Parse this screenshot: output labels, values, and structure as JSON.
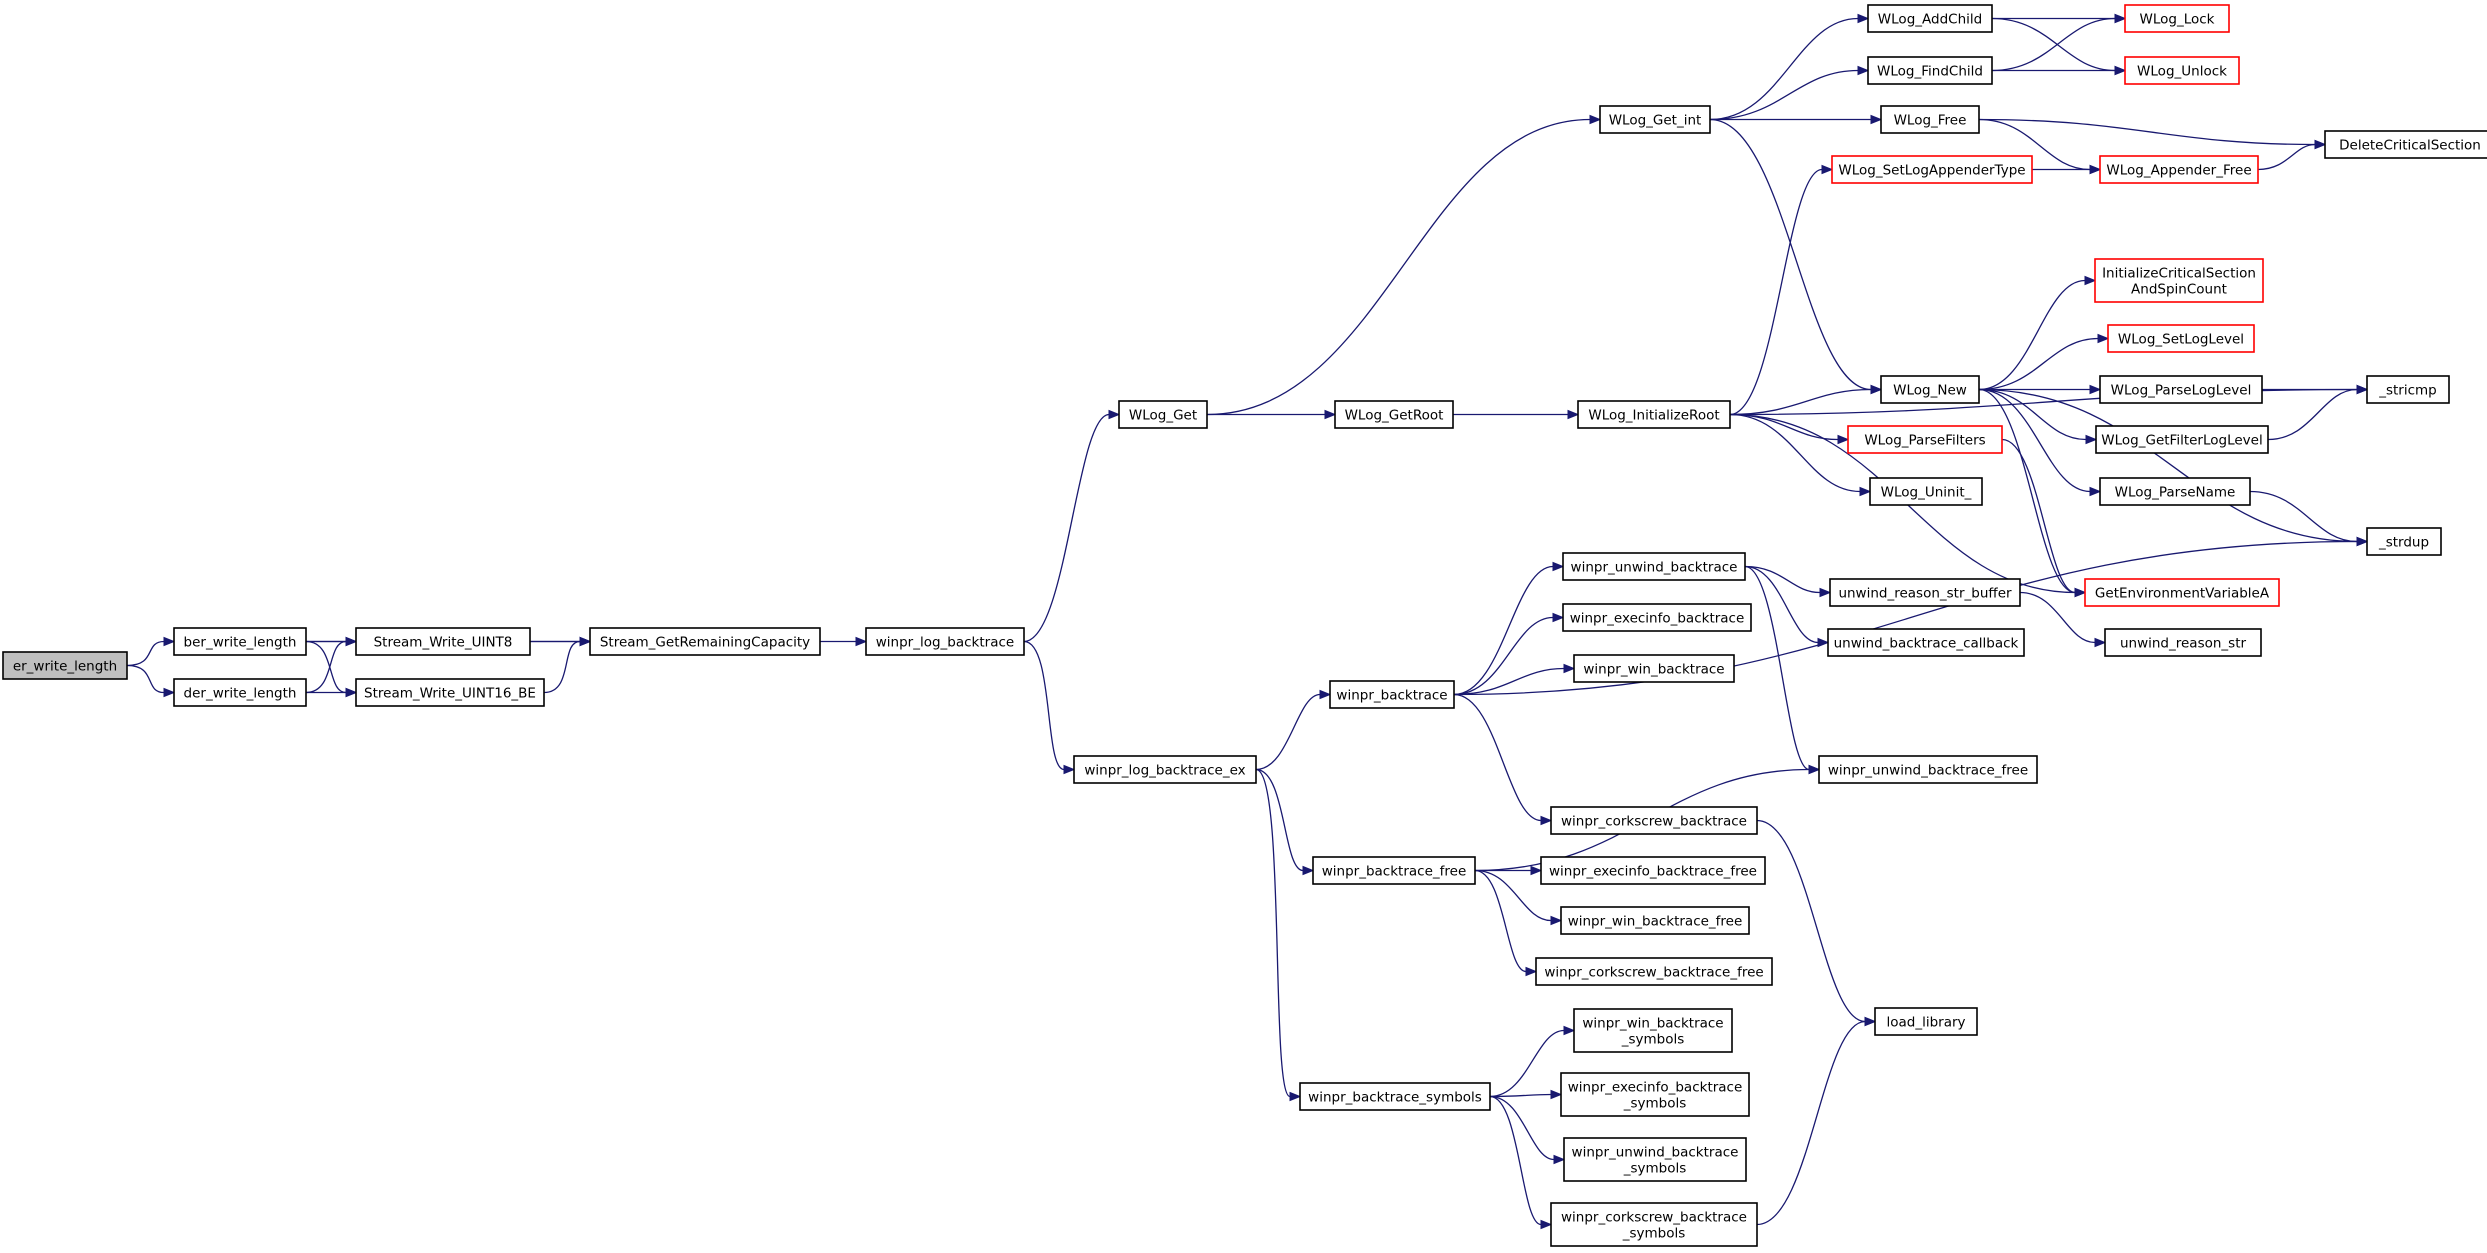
{
  "diagram": {
    "colors": {
      "edge": "#191970",
      "node_border": "#000000",
      "node_border_incomplete": "#ff0000",
      "root_fill": "#bfbfbf"
    },
    "nodes": {
      "root": {
        "lines": [
          "er_write_length"
        ],
        "style": "root"
      },
      "ber_write_length": {
        "lines": [
          "ber_write_length"
        ]
      },
      "der_write_length": {
        "lines": [
          "der_write_length"
        ]
      },
      "Stream_Write_UINT8": {
        "lines": [
          "Stream_Write_UINT8"
        ]
      },
      "Stream_Write_UINT16_BE": {
        "lines": [
          "Stream_Write_UINT16_BE"
        ]
      },
      "Stream_GetRemainingCapacity": {
        "lines": [
          "Stream_GetRemainingCapacity"
        ]
      },
      "winpr_log_backtrace": {
        "lines": [
          "winpr_log_backtrace"
        ]
      },
      "WLog_Get": {
        "lines": [
          "WLog_Get"
        ]
      },
      "winpr_log_backtrace_ex": {
        "lines": [
          "winpr_log_backtrace_ex"
        ]
      },
      "WLog_GetRoot": {
        "lines": [
          "WLog_GetRoot"
        ]
      },
      "WLog_Get_int": {
        "lines": [
          "WLog_Get_int"
        ]
      },
      "WLog_InitializeRoot": {
        "lines": [
          "WLog_InitializeRoot"
        ]
      },
      "WLog_AddChild": {
        "lines": [
          "WLog_AddChild"
        ]
      },
      "WLog_FindChild": {
        "lines": [
          "WLog_FindChild"
        ]
      },
      "WLog_Free": {
        "lines": [
          "WLog_Free"
        ]
      },
      "WLog_Lock": {
        "lines": [
          "WLog_Lock"
        ],
        "style": "red"
      },
      "WLog_Unlock": {
        "lines": [
          "WLog_Unlock"
        ],
        "style": "red"
      },
      "DeleteCriticalSection": {
        "lines": [
          "DeleteCriticalSection"
        ]
      },
      "WLog_SetLogAppenderType": {
        "lines": [
          "WLog_SetLogAppenderType"
        ],
        "style": "red"
      },
      "WLog_Appender_Free": {
        "lines": [
          "WLog_Appender_Free"
        ],
        "style": "red"
      },
      "InitializeCriticalSectionAndSpinCount": {
        "lines": [
          "InitializeCriticalSection",
          "AndSpinCount"
        ],
        "style": "red"
      },
      "WLog_SetLogLevel": {
        "lines": [
          "WLog_SetLogLevel"
        ],
        "style": "red"
      },
      "WLog_New": {
        "lines": [
          "WLog_New"
        ]
      },
      "WLog_ParseLogLevel": {
        "lines": [
          "WLog_ParseLogLevel"
        ]
      },
      "_stricmp": {
        "lines": [
          "_stricmp"
        ]
      },
      "WLog_ParseFilters": {
        "lines": [
          "WLog_ParseFilters"
        ],
        "style": "red"
      },
      "WLog_GetFilterLogLevel": {
        "lines": [
          "WLog_GetFilterLogLevel"
        ]
      },
      "WLog_Uninit_": {
        "lines": [
          "WLog_Uninit_"
        ]
      },
      "WLog_ParseName": {
        "lines": [
          "WLog_ParseName"
        ]
      },
      "_strdup": {
        "lines": [
          "_strdup"
        ]
      },
      "winpr_unwind_backtrace": {
        "lines": [
          "winpr_unwind_backtrace"
        ]
      },
      "unwind_reason_str_buffer": {
        "lines": [
          "unwind_reason_str_buffer"
        ]
      },
      "GetEnvironmentVariableA": {
        "lines": [
          "GetEnvironmentVariableA"
        ],
        "style": "red"
      },
      "winpr_execinfo_backtrace": {
        "lines": [
          "winpr_execinfo_backtrace"
        ]
      },
      "unwind_backtrace_callback": {
        "lines": [
          "unwind_backtrace_callback"
        ]
      },
      "unwind_reason_str": {
        "lines": [
          "unwind_reason_str"
        ]
      },
      "winpr_win_backtrace": {
        "lines": [
          "winpr_win_backtrace"
        ]
      },
      "winpr_backtrace": {
        "lines": [
          "winpr_backtrace"
        ]
      },
      "winpr_unwind_backtrace_free": {
        "lines": [
          "winpr_unwind_backtrace_free"
        ]
      },
      "winpr_corkscrew_backtrace": {
        "lines": [
          "winpr_corkscrew_backtrace"
        ]
      },
      "winpr_backtrace_free": {
        "lines": [
          "winpr_backtrace_free"
        ]
      },
      "winpr_execinfo_backtrace_free": {
        "lines": [
          "winpr_execinfo_backtrace_free"
        ]
      },
      "winpr_win_backtrace_free": {
        "lines": [
          "winpr_win_backtrace_free"
        ]
      },
      "winpr_corkscrew_backtrace_free": {
        "lines": [
          "winpr_corkscrew_backtrace_free"
        ]
      },
      "load_library": {
        "lines": [
          "load_library"
        ]
      },
      "winpr_win_backtrace_symbols": {
        "lines": [
          "winpr_win_backtrace",
          "_symbols"
        ]
      },
      "winpr_backtrace_symbols": {
        "lines": [
          "winpr_backtrace_symbols"
        ]
      },
      "winpr_execinfo_backtrace_symbols": {
        "lines": [
          "winpr_execinfo_backtrace",
          "_symbols"
        ]
      },
      "winpr_unwind_backtrace_symbols": {
        "lines": [
          "winpr_unwind_backtrace",
          "_symbols"
        ]
      },
      "winpr_corkscrew_backtrace_symbols": {
        "lines": [
          "winpr_corkscrew_backtrace",
          "_symbols"
        ]
      }
    },
    "edges": [
      [
        "root",
        "ber_write_length"
      ],
      [
        "root",
        "der_write_length"
      ],
      [
        "ber_write_length",
        "Stream_Write_UINT8"
      ],
      [
        "ber_write_length",
        "Stream_Write_UINT16_BE"
      ],
      [
        "ber_write_length",
        "Stream_GetRemainingCapacity"
      ],
      [
        "der_write_length",
        "Stream_Write_UINT8"
      ],
      [
        "der_write_length",
        "Stream_Write_UINT16_BE"
      ],
      [
        "Stream_Write_UINT8",
        "Stream_GetRemainingCapacity"
      ],
      [
        "Stream_Write_UINT16_BE",
        "Stream_GetRemainingCapacity"
      ],
      [
        "Stream_GetRemainingCapacity",
        "winpr_log_backtrace"
      ],
      [
        "winpr_log_backtrace",
        "WLog_Get"
      ],
      [
        "winpr_log_backtrace",
        "winpr_log_backtrace_ex"
      ],
      [
        "WLog_Get",
        "WLog_Get_int"
      ],
      [
        "WLog_Get",
        "WLog_GetRoot"
      ],
      [
        "WLog_GetRoot",
        "WLog_InitializeRoot"
      ],
      [
        "WLog_Get_int",
        "WLog_AddChild"
      ],
      [
        "WLog_Get_int",
        "WLog_FindChild"
      ],
      [
        "WLog_Get_int",
        "WLog_Free"
      ],
      [
        "WLog_Get_int",
        "WLog_New"
      ],
      [
        "WLog_AddChild",
        "WLog_Lock"
      ],
      [
        "WLog_AddChild",
        "WLog_Unlock"
      ],
      [
        "WLog_FindChild",
        "WLog_Lock"
      ],
      [
        "WLog_FindChild",
        "WLog_Unlock"
      ],
      [
        "WLog_Free",
        "DeleteCriticalSection"
      ],
      [
        "WLog_Free",
        "WLog_Appender_Free"
      ],
      [
        "WLog_SetLogAppenderType",
        "WLog_Appender_Free"
      ],
      [
        "WLog_Appender_Free",
        "DeleteCriticalSection"
      ],
      [
        "WLog_InitializeRoot",
        "WLog_SetLogAppenderType"
      ],
      [
        "WLog_InitializeRoot",
        "_stricmp"
      ],
      [
        "WLog_InitializeRoot",
        "WLog_New"
      ],
      [
        "WLog_InitializeRoot",
        "WLog_ParseFilters"
      ],
      [
        "WLog_InitializeRoot",
        "WLog_Uninit_"
      ],
      [
        "WLog_InitializeRoot",
        "GetEnvironmentVariableA"
      ],
      [
        "WLog_New",
        "InitializeCriticalSectionAndSpinCount"
      ],
      [
        "WLog_New",
        "WLog_SetLogLevel"
      ],
      [
        "WLog_New",
        "WLog_ParseLogLevel"
      ],
      [
        "WLog_New",
        "WLog_GetFilterLogLevel"
      ],
      [
        "WLog_New",
        "WLog_ParseName"
      ],
      [
        "WLog_New",
        "_strdup"
      ],
      [
        "WLog_New",
        "GetEnvironmentVariableA"
      ],
      [
        "WLog_ParseLogLevel",
        "_stricmp"
      ],
      [
        "WLog_GetFilterLogLevel",
        "_stricmp"
      ],
      [
        "WLog_ParseName",
        "_strdup"
      ],
      [
        "WLog_ParseFilters",
        "GetEnvironmentVariableA"
      ],
      [
        "winpr_log_backtrace_ex",
        "winpr_backtrace"
      ],
      [
        "winpr_log_backtrace_ex",
        "winpr_backtrace_free"
      ],
      [
        "winpr_log_backtrace_ex",
        "winpr_backtrace_symbols"
      ],
      [
        "winpr_backtrace",
        "winpr_unwind_backtrace"
      ],
      [
        "winpr_backtrace",
        "winpr_execinfo_backtrace"
      ],
      [
        "winpr_backtrace",
        "winpr_win_backtrace"
      ],
      [
        "winpr_backtrace",
        "_strdup"
      ],
      [
        "winpr_backtrace",
        "winpr_corkscrew_backtrace"
      ],
      [
        "winpr_unwind_backtrace",
        "unwind_reason_str_buffer"
      ],
      [
        "winpr_unwind_backtrace",
        "unwind_backtrace_callback"
      ],
      [
        "winpr_unwind_backtrace",
        "winpr_unwind_backtrace_free"
      ],
      [
        "unwind_reason_str_buffer",
        "unwind_reason_str"
      ],
      [
        "winpr_corkscrew_backtrace",
        "load_library"
      ],
      [
        "winpr_backtrace_free",
        "winpr_unwind_backtrace_free"
      ],
      [
        "winpr_backtrace_free",
        "winpr_execinfo_backtrace_free"
      ],
      [
        "winpr_backtrace_free",
        "winpr_win_backtrace_free"
      ],
      [
        "winpr_backtrace_free",
        "winpr_corkscrew_backtrace_free"
      ],
      [
        "winpr_backtrace_symbols",
        "winpr_win_backtrace_symbols"
      ],
      [
        "winpr_backtrace_symbols",
        "winpr_execinfo_backtrace_symbols"
      ],
      [
        "winpr_backtrace_symbols",
        "winpr_unwind_backtrace_symbols"
      ],
      [
        "winpr_backtrace_symbols",
        "winpr_corkscrew_backtrace_symbols"
      ],
      [
        "winpr_corkscrew_backtrace_symbols",
        "load_library"
      ]
    ]
  }
}
